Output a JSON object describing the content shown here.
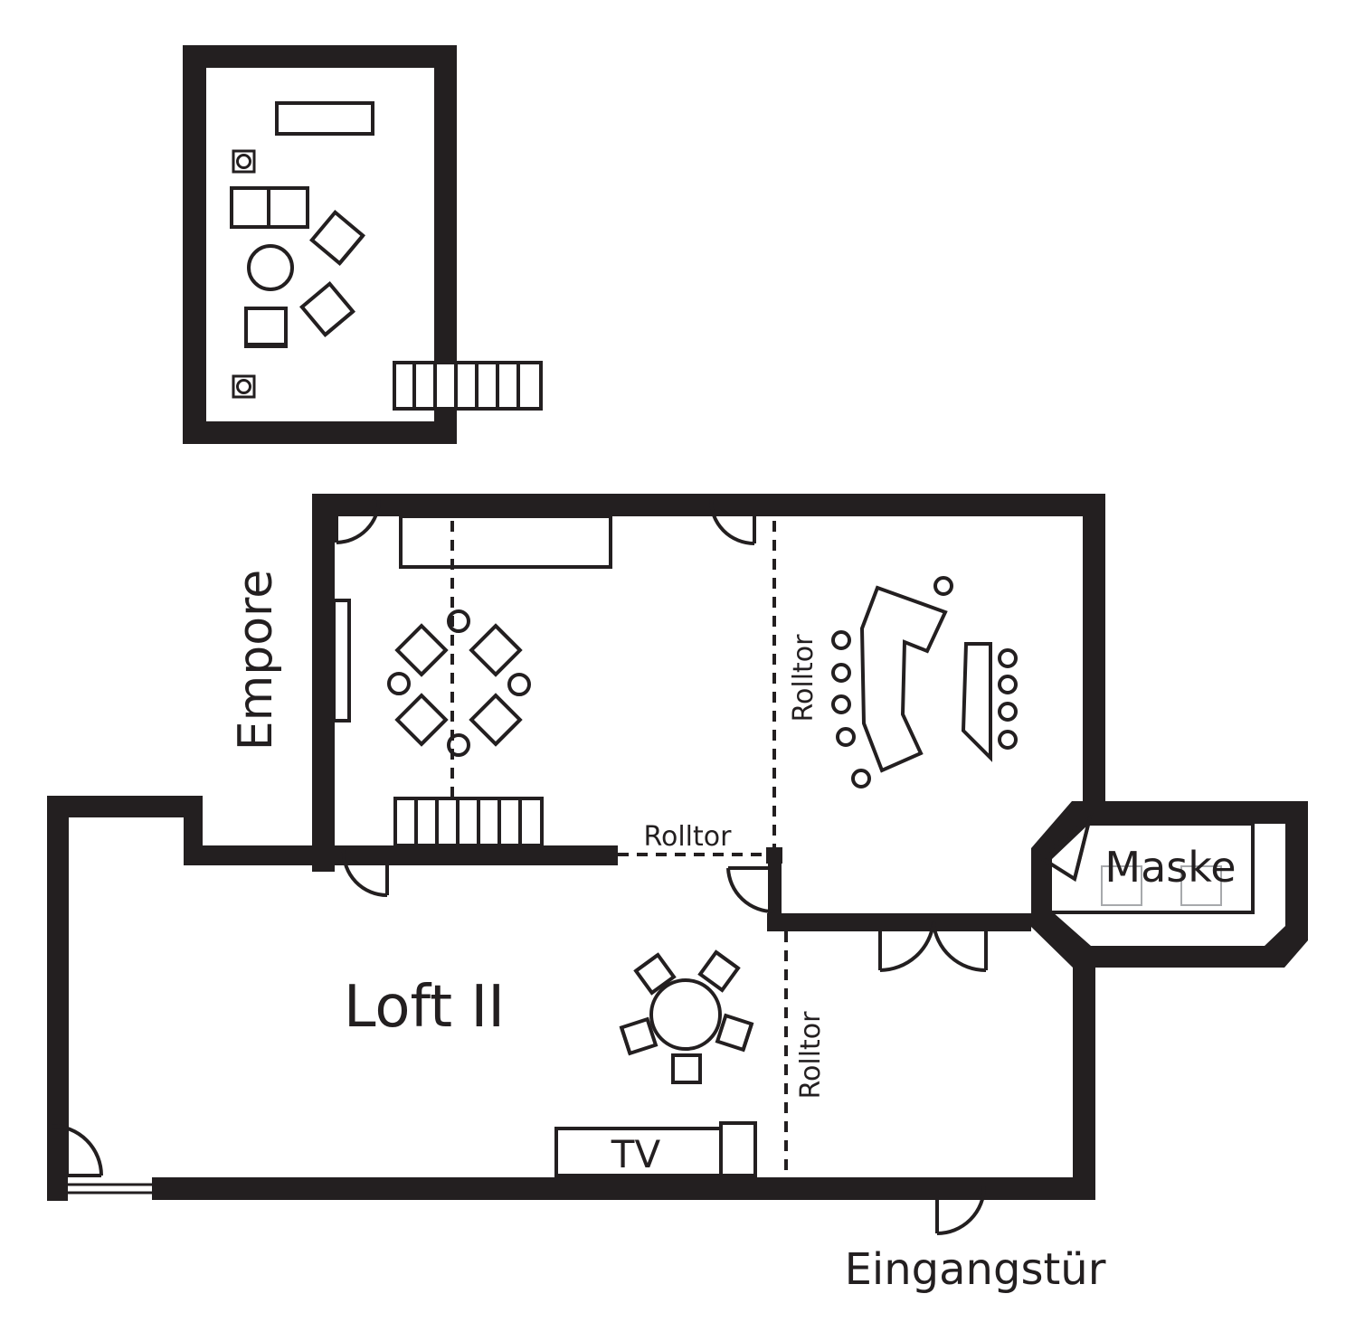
{
  "labels": {
    "empore": "Empore",
    "rolltor_top": "Rolltor",
    "rolltor_mid": "Rolltor",
    "rolltor_bottom": "Rolltor",
    "maske": "Maske",
    "loft": "Loft II",
    "tv": "TV",
    "entrance": "Eingangstür"
  },
  "colors": {
    "ink": "#231f20",
    "background": "#ffffff",
    "faint": "#a7a9ac"
  }
}
